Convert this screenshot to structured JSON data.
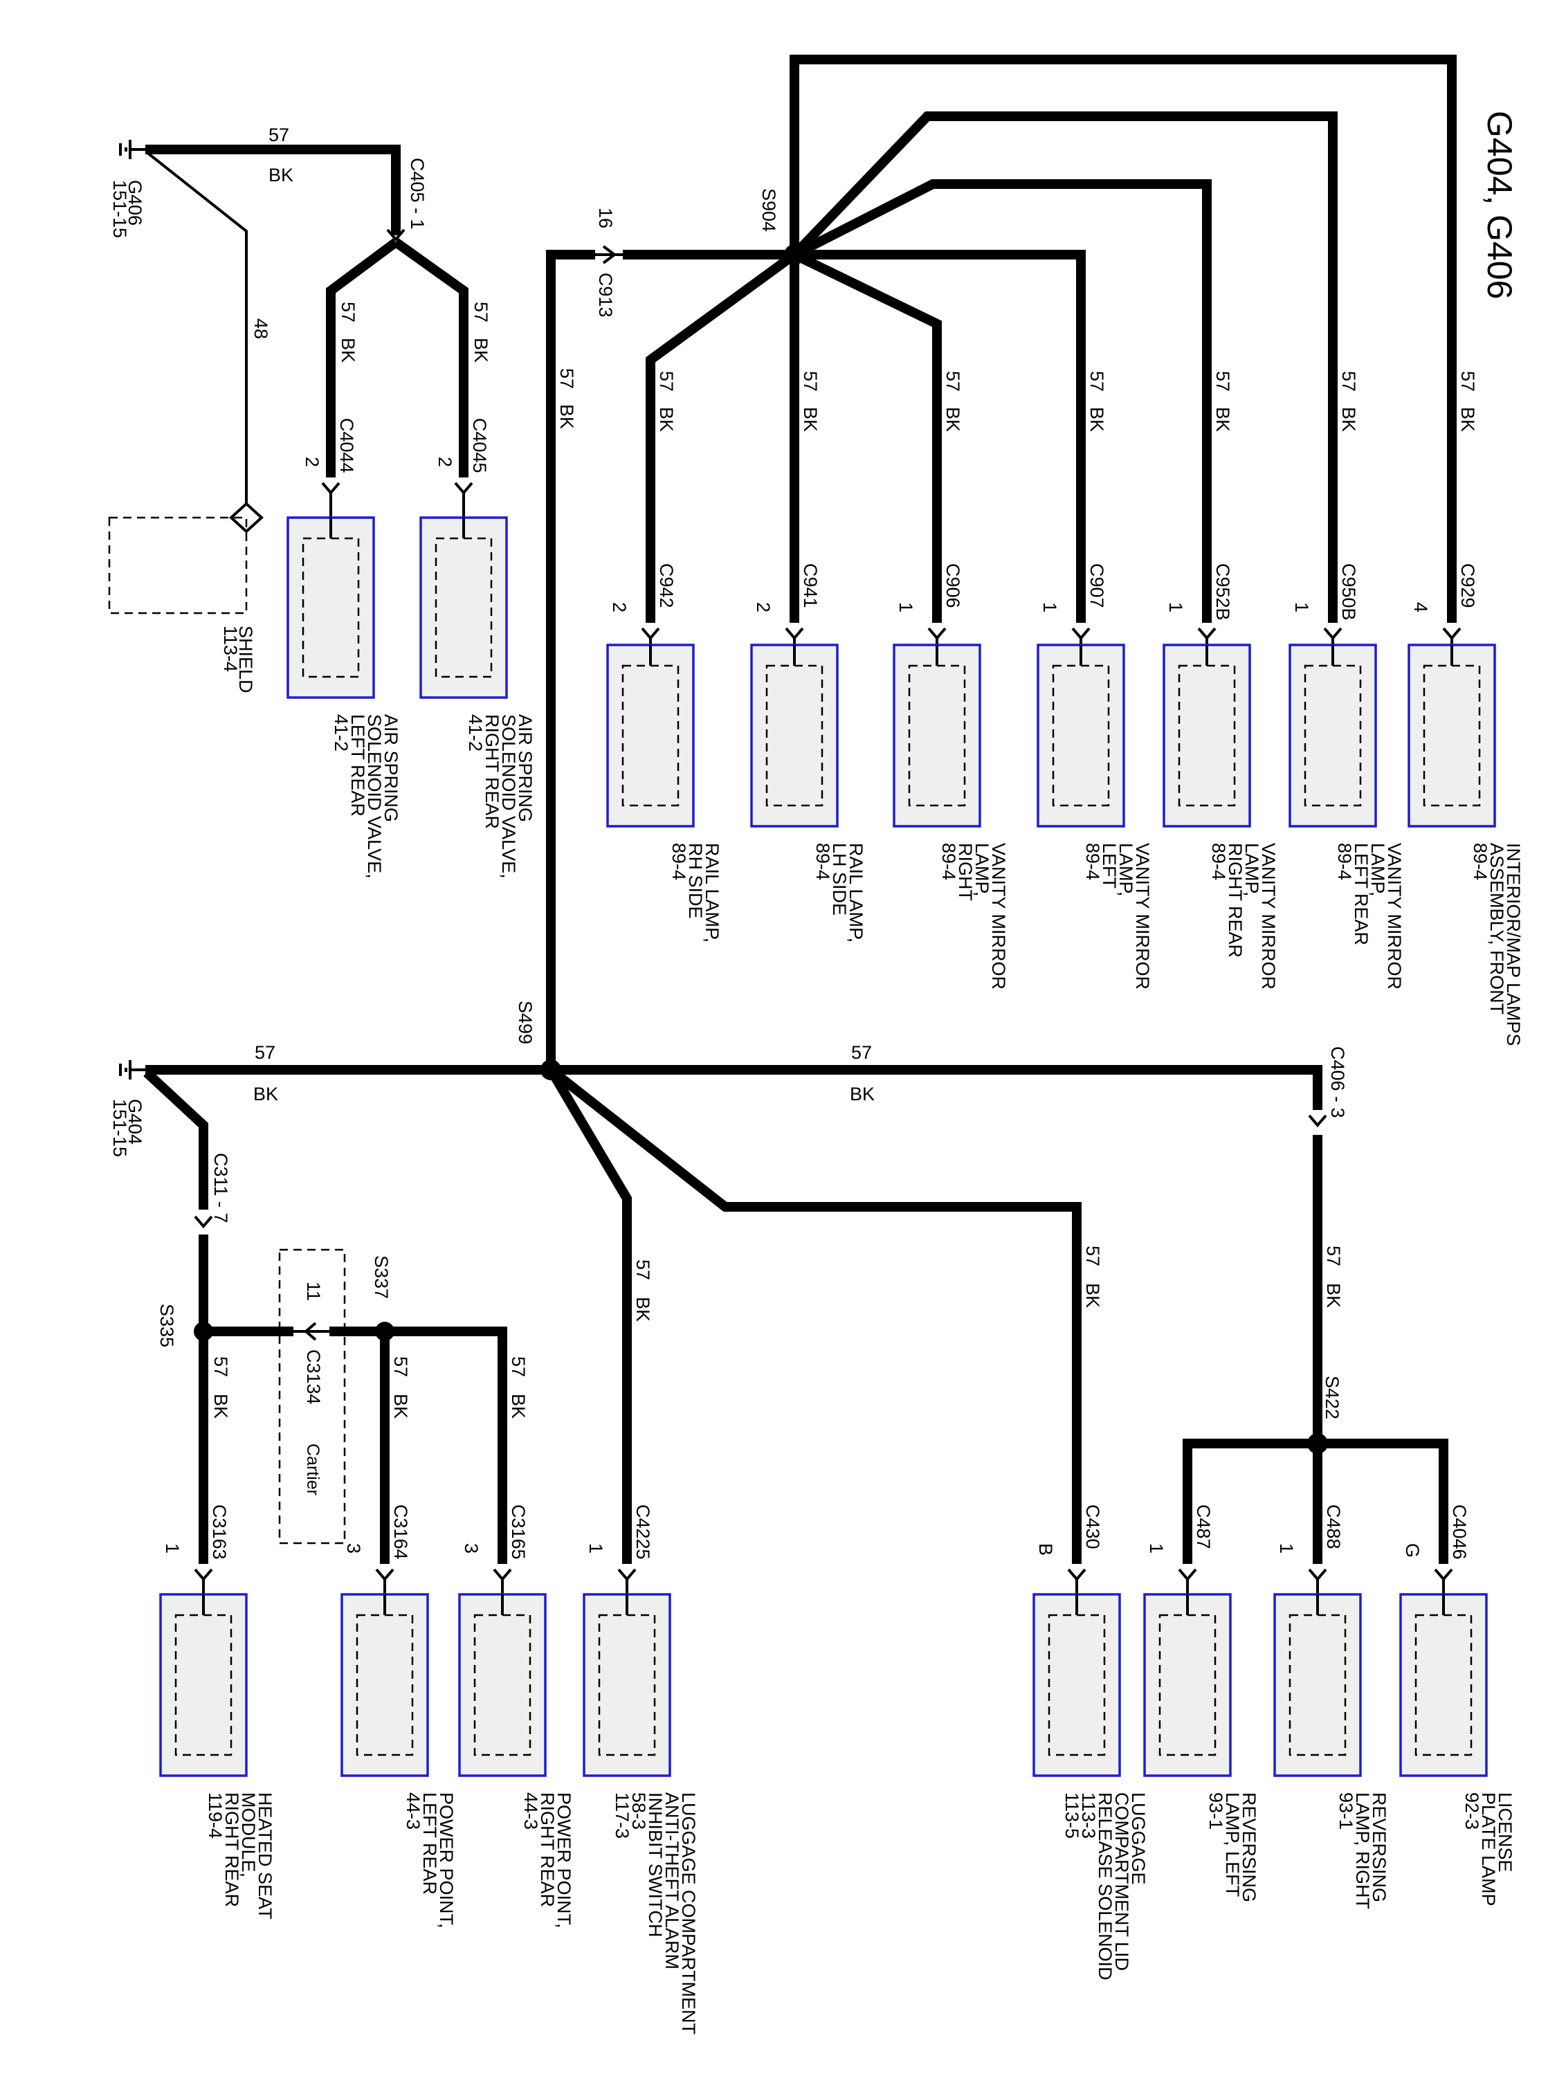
{
  "title": "G404, G406",
  "grounds": {
    "g406": {
      "name": "G406",
      "ref": "151-15"
    },
    "g404": {
      "name": "G404",
      "ref": "151-15"
    }
  },
  "shield": {
    "label": "SHIELD",
    "ref": "113-4",
    "circuit": "48"
  },
  "wire": {
    "circuit": "57",
    "color": "BK"
  },
  "upper": {
    "connector_c405": "C405 - 1",
    "connector_c913": "C913",
    "c913_pin": "16",
    "splice_s904": "S904",
    "components": [
      {
        "connector": "C4044",
        "pin": "2",
        "name": "AIR SPRING SOLENOID VALVE, LEFT REAR",
        "line1": "AIR SPRING",
        "line2": "SOLENOID VALVE,",
        "line3": "LEFT REAR",
        "ref": "41-2"
      },
      {
        "connector": "C4045",
        "pin": "2",
        "name": "AIR SPRING SOLENOID VALVE, RIGHT REAR",
        "line1": "AIR SPRING",
        "line2": "SOLENOID VALVE,",
        "line3": "RIGHT REAR",
        "ref": "41-2"
      },
      {
        "connector": "C942",
        "pin": "2",
        "line1": "RAIL LAMP,",
        "line2": "RH SIDE",
        "line3": "",
        "ref": "89-4"
      },
      {
        "connector": "C941",
        "pin": "2",
        "line1": "RAIL LAMP,",
        "line2": "LH SIDE",
        "line3": "",
        "ref": "89-4"
      },
      {
        "connector": "C906",
        "pin": "1",
        "line1": "VANITY MIRROR",
        "line2": "LAMP,",
        "line3": "RIGHT",
        "ref": "89-4"
      },
      {
        "connector": "C907",
        "pin": "1",
        "line1": "VANITY MIRROR",
        "line2": "LAMP,",
        "line3": "LEFT",
        "ref": "89-4"
      },
      {
        "connector": "C952B",
        "pin": "1",
        "line1": "VANITY MIRROR",
        "line2": "LAMP,",
        "line3": "RIGHT REAR",
        "ref": "89-4"
      },
      {
        "connector": "C950B",
        "pin": "1",
        "line1": "VANITY MIRROR",
        "line2": "LAMP,",
        "line3": "LEFT REAR",
        "ref": "89-4"
      },
      {
        "connector": "C929",
        "pin": "4",
        "line1": "INTERIOR/MAP LAMPS",
        "line2": "ASSEMBLY, FRONT",
        "line3": "",
        "ref": "89-4"
      }
    ]
  },
  "lower": {
    "splice_s499": "S499",
    "connector_c311": "C311 - 7",
    "splice_s335": "S335",
    "splice_s337": "S337",
    "connector_c3134": "C3134",
    "c3134_pin": "11",
    "cartier": "Cartier",
    "connector_c406": "C406 - 3",
    "splice_s422": "S422",
    "components": [
      {
        "connector": "C3163",
        "pin": "1",
        "line1": "HEATED SEAT",
        "line2": "MODULE,",
        "line3": "RIGHT REAR",
        "line4": "",
        "ref": "119-4",
        "ref2": ""
      },
      {
        "connector": "C3164",
        "pin": "3",
        "line1": "POWER POINT,",
        "line2": "LEFT REAR",
        "line3": "",
        "line4": "",
        "ref": "44-3",
        "ref2": ""
      },
      {
        "connector": "C3165",
        "pin": "3",
        "line1": "POWER POINT,",
        "line2": "RIGHT REAR",
        "line3": "",
        "line4": "",
        "ref": "44-3",
        "ref2": ""
      },
      {
        "connector": "C4225",
        "pin": "1",
        "line1": "LUGGAGE COMPARTMENT",
        "line2": "ANTI-THEFT ALARM",
        "line3": "INHIBIT SWITCH",
        "line4": "",
        "ref": "58-3",
        "ref2": "117-3"
      },
      {
        "connector": "C430",
        "pin": "B",
        "line1": "LUGGAGE",
        "line2": "COMPARTMENT LID",
        "line3": "RELEASE SOLENOID",
        "line4": "",
        "ref": "113-3",
        "ref2": "113-5"
      },
      {
        "connector": "C487",
        "pin": "1",
        "line1": "REVERSING",
        "line2": "LAMP, LEFT",
        "line3": "",
        "line4": "",
        "ref": "93-1",
        "ref2": ""
      },
      {
        "connector": "C488",
        "pin": "1",
        "line1": "REVERSING",
        "line2": "LAMP, RIGHT",
        "line3": "",
        "line4": "",
        "ref": "93-1",
        "ref2": ""
      },
      {
        "connector": "C4046",
        "pin": "G",
        "line1": "LICENSE",
        "line2": "PLATE LAMP",
        "line3": "",
        "line4": "",
        "ref": "92-3",
        "ref2": ""
      }
    ]
  },
  "colors": {
    "wire": "#000000",
    "component_border": "#1e1ecc",
    "component_fill": "#efefef"
  }
}
